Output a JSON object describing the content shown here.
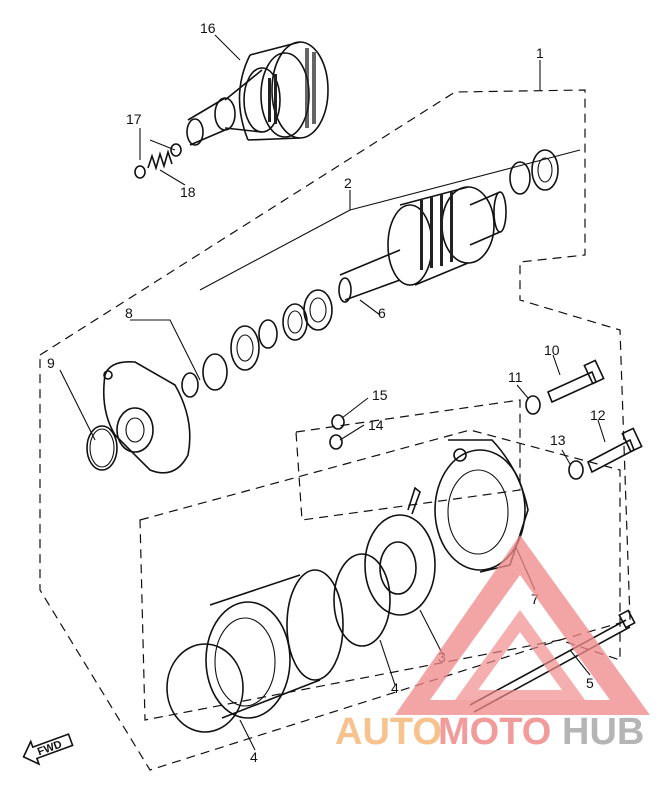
{
  "callouts": {
    "c1": "1",
    "c2": "2",
    "c3": "3",
    "c4a": "4",
    "c4b": "4",
    "c5": "5",
    "c6": "6",
    "c7": "7",
    "c8": "8",
    "c9": "9",
    "c10": "10",
    "c11": "11",
    "c12": "12",
    "c13": "13",
    "c14": "14",
    "c15": "15",
    "c16": "16",
    "c17": "17",
    "c18": "18"
  },
  "fwd_label": "FWD",
  "watermark": {
    "auto": "AUTO",
    "moto": "MOTO",
    "hub": "HUB",
    "colors": {
      "auto": "#f6b87a",
      "moto": "#f08a8a",
      "hub": "#a9a9a9",
      "triangle": "#f08a8a"
    }
  }
}
